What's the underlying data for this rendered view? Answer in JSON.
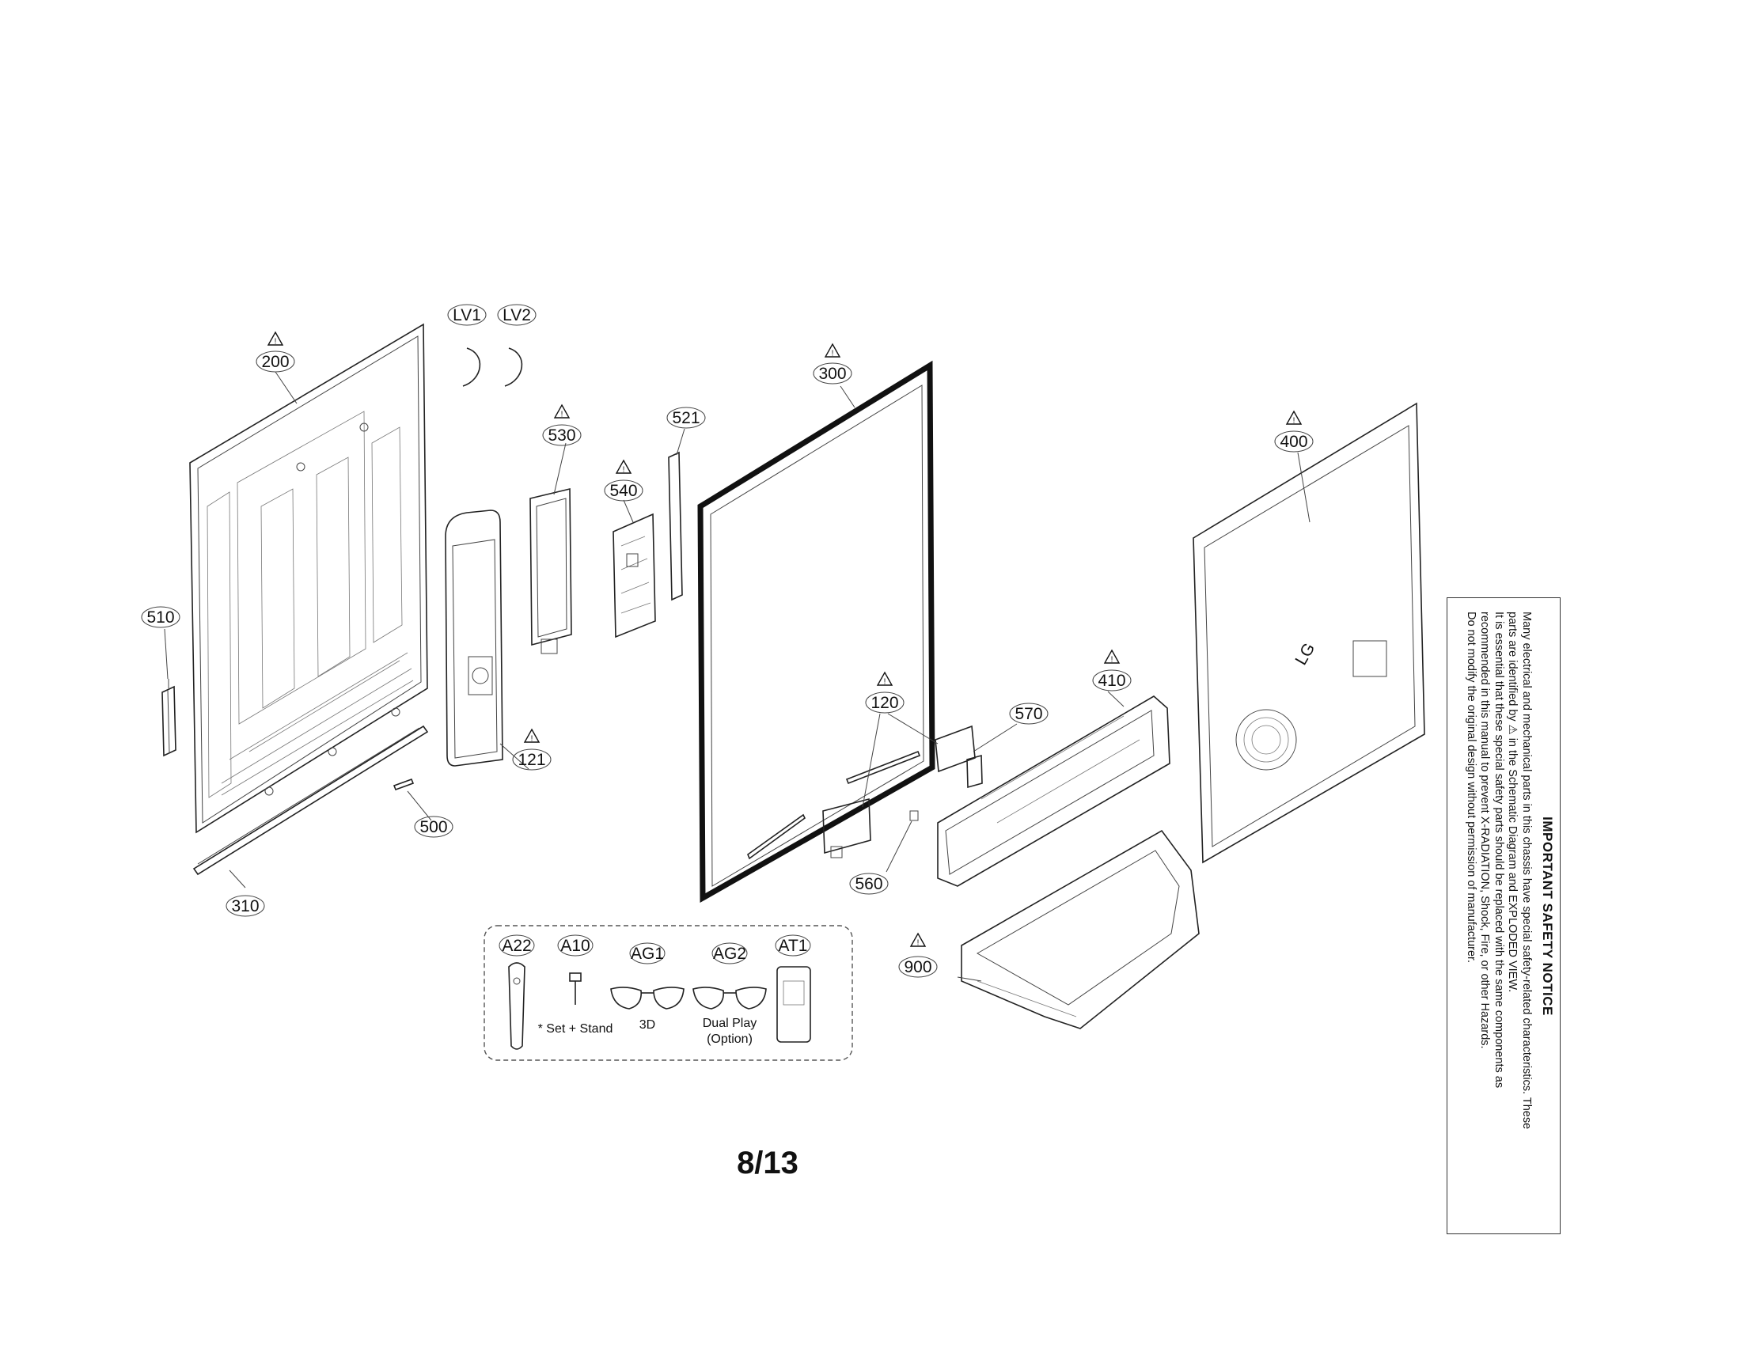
{
  "page": {
    "number": "8/13"
  },
  "callouts": [
    {
      "id": "200",
      "warning": true
    },
    {
      "id": "LV1",
      "warning": false
    },
    {
      "id": "LV2",
      "warning": false
    },
    {
      "id": "300",
      "warning": true
    },
    {
      "id": "530",
      "warning": true
    },
    {
      "id": "521",
      "warning": false
    },
    {
      "id": "540",
      "warning": true
    },
    {
      "id": "400",
      "warning": true
    },
    {
      "id": "510",
      "warning": false
    },
    {
      "id": "410",
      "warning": true
    },
    {
      "id": "120",
      "warning": true
    },
    {
      "id": "570",
      "warning": false
    },
    {
      "id": "121",
      "warning": true
    },
    {
      "id": "500",
      "warning": false
    },
    {
      "id": "310",
      "warning": false
    },
    {
      "id": "560",
      "warning": false
    },
    {
      "id": "900",
      "warning": true
    }
  ],
  "accessories": [
    {
      "id": "A22",
      "caption": ""
    },
    {
      "id": "A10",
      "caption": "* Set + Stand"
    },
    {
      "id": "AG1",
      "caption": "3D"
    },
    {
      "id": "AG2",
      "caption": "Dual Play"
    },
    {
      "id": "AT1",
      "caption": ""
    }
  ],
  "accessory_note": "(Option)",
  "notice": {
    "title": "IMPORTANT SAFETY NOTICE",
    "lines": [
      "Many electrical and mechanical parts in this chassis have special safety-related characteristics. These",
      "parts are identified by ⚠ in the Schematic Diagram and EXPLODED VIEW.",
      "It is essential that these special safety parts should be replaced with the same components as",
      "recommended in this manual to prevent X-RADIATION, Shock, Fire, or other Hazards.",
      "Do not modify the original design without permission of manufacturer."
    ]
  },
  "brand_mark": "LG"
}
